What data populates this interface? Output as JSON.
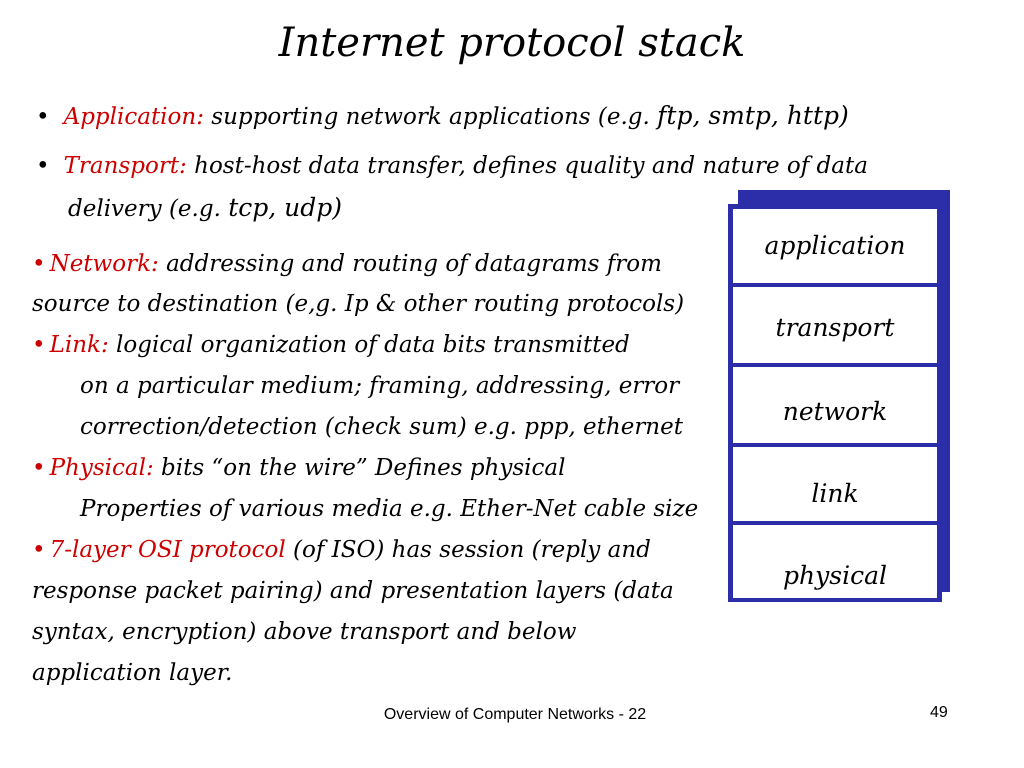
{
  "title": "Internet protocol stack",
  "bullets": {
    "application": {
      "label": "Application:",
      "text": "supporting network applications (e.g.",
      "protocols": "ftp, smtp, http)"
    },
    "transport": {
      "label": "Transport:",
      "line1": "host-host data transfer, defines quality and nature of data",
      "line2": "delivery (e.g.",
      "protocols": "tcp, udp)"
    },
    "network": {
      "label": "Network:",
      "line1": "addressing and routing of datagrams from",
      "line2": "source to destination (e,g. Ip & other routing protocols)"
    },
    "link": {
      "label": "Link:",
      "line1": "logical organization of data bits transmitted",
      "line2": "on a particular medium; framing, addressing, error",
      "line3": "correction/detection (check sum) e.g. ppp, ethernet"
    },
    "physical": {
      "label": "Physical:",
      "line1": "bits “on the wire” Defines physical",
      "line2": "Properties of various media e.g. Ether-Net cable size"
    },
    "osi": {
      "label": "7-layer OSI protocol",
      "line1": "(of ISO) has session (reply and",
      "line2": "response packet pairing) and presentation layers (data",
      "line3": "syntax, encryption) above transport and below",
      "line4": "application layer."
    }
  },
  "stack": {
    "layers": [
      "application",
      "transport",
      "network",
      "link",
      "physical"
    ]
  },
  "footer": {
    "text": "Overview of Computer Networks - 22",
    "page": "49"
  },
  "colors": {
    "accent": "#cc0000",
    "stack": "#2b2ea8"
  }
}
